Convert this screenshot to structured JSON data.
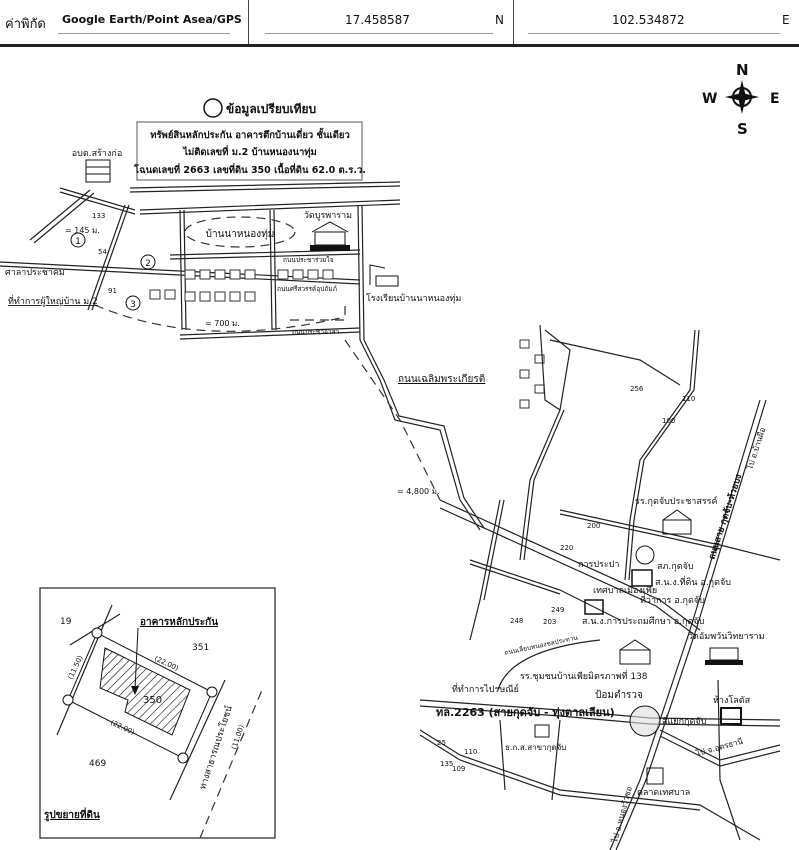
{
  "header": {
    "coord_label": "ค่าพิกัด",
    "source": "Google Earth/Point Asea/GPS",
    "latitude": "17.458587",
    "lat_dir": "N",
    "longitude": "102.534872",
    "lon_dir": "E"
  },
  "compass": {
    "n": "N",
    "s": "S",
    "e": "E",
    "w": "W"
  },
  "legend": {
    "title": "ข้อมูลเปรียบเทียบ",
    "lines": [
      "ทรัพย์สินหลักประกัน อาคารตึกบ้านเดี่ยว ชั้นเดียว",
      "ไม่ติดเลขที่  ม.2 บ้านหนองนาทุ่ม",
      "โฉนดเลขที่ 2663 เลขที่ดิน 350  เนื้อที่ดิน 62.0 ต.ร.ว."
    ]
  },
  "map": {
    "labels": {
      "obt": "อบต.สร้างก่อ",
      "dist145": "= 145 ม.",
      "village": "บ้านนาหนองทุ่ม",
      "temple1": "วัดบูรพาราม",
      "sala": "ศาลาประชาคม",
      "headman": "ที่ทำการผู้ใหญ่บ้าน ม.2",
      "road_pracharuamjai": "ถนนประชาร่วมใจ",
      "road_srisawan": "ถนนศรีสวรรค์อุปถัมภ์",
      "road_prachaasa": "ถนนประชาอาสา",
      "school1": "โรงเรียนบ้านนาหนองทุ่ม",
      "dist700": "= 700 ม.",
      "road_chaloem": "ถนนเฉลิมพระเกียรติ",
      "dist4800": "= 4,800 ม.",
      "school2": "รร.กุดจับประชาสรรค์",
      "to_banphue": "ไป อ.บ้านผือ",
      "road_kudjab_huaybong": "ถนนสาย กุดจับ-ห้วยบง",
      "waterworks": "การประปา",
      "police": "สภ.กุดจับ",
      "land_office": "ส.น.ง.ที่ดิน อ.กุดจับ",
      "municipality": "เทศบาลเมืองเพีย",
      "district_office": "ที่ว่าการ อ.กุดจับ",
      "edu_office": "ส.น.ง.การประถมศึกษา อ.กุดจับ",
      "temple2": "วัดอัมพวันวิทยาราม",
      "road_liap": "ถนนเลียบหนองชลประทาน",
      "school3": "รร.ชุมชนบ้านเพียมิตรภาพที่ 138",
      "post": "ที่ทำการไปรษณีย์",
      "police_box": "ป้อมตำรวจ",
      "lotus": "ห้างโลตัส",
      "highway": "ทล.2263 (สายกุดจับ - ทุ่งตาลเลียน)",
      "intersection": "สี่แยกกุดจับ",
      "baac": "ธ.ก.ส.สาขากุดจับ",
      "to_udon": "ไป จ.อุดรธานี",
      "market": "ตลาดเทศบาล",
      "to_nongwuaso": "ไป อ.หนองวัวซอ"
    },
    "markers": [
      "1",
      "2",
      "3"
    ],
    "house_numbers": [
      "256",
      "110",
      "100",
      "200",
      "220",
      "249",
      "248",
      "203",
      "25",
      "110",
      "135",
      "109",
      "133",
      "54",
      "91"
    ]
  },
  "inset": {
    "title": "รูปขยายที่ดิน",
    "building_label": "อาคารหลักประกัน",
    "parcel": "350",
    "neighbors": [
      "19",
      "351",
      "469"
    ],
    "dims": [
      "(22.00)",
      "(22.00)",
      "(11.50)",
      "(11.00)"
    ],
    "road": "ทางสาธารณประโยชน์"
  }
}
